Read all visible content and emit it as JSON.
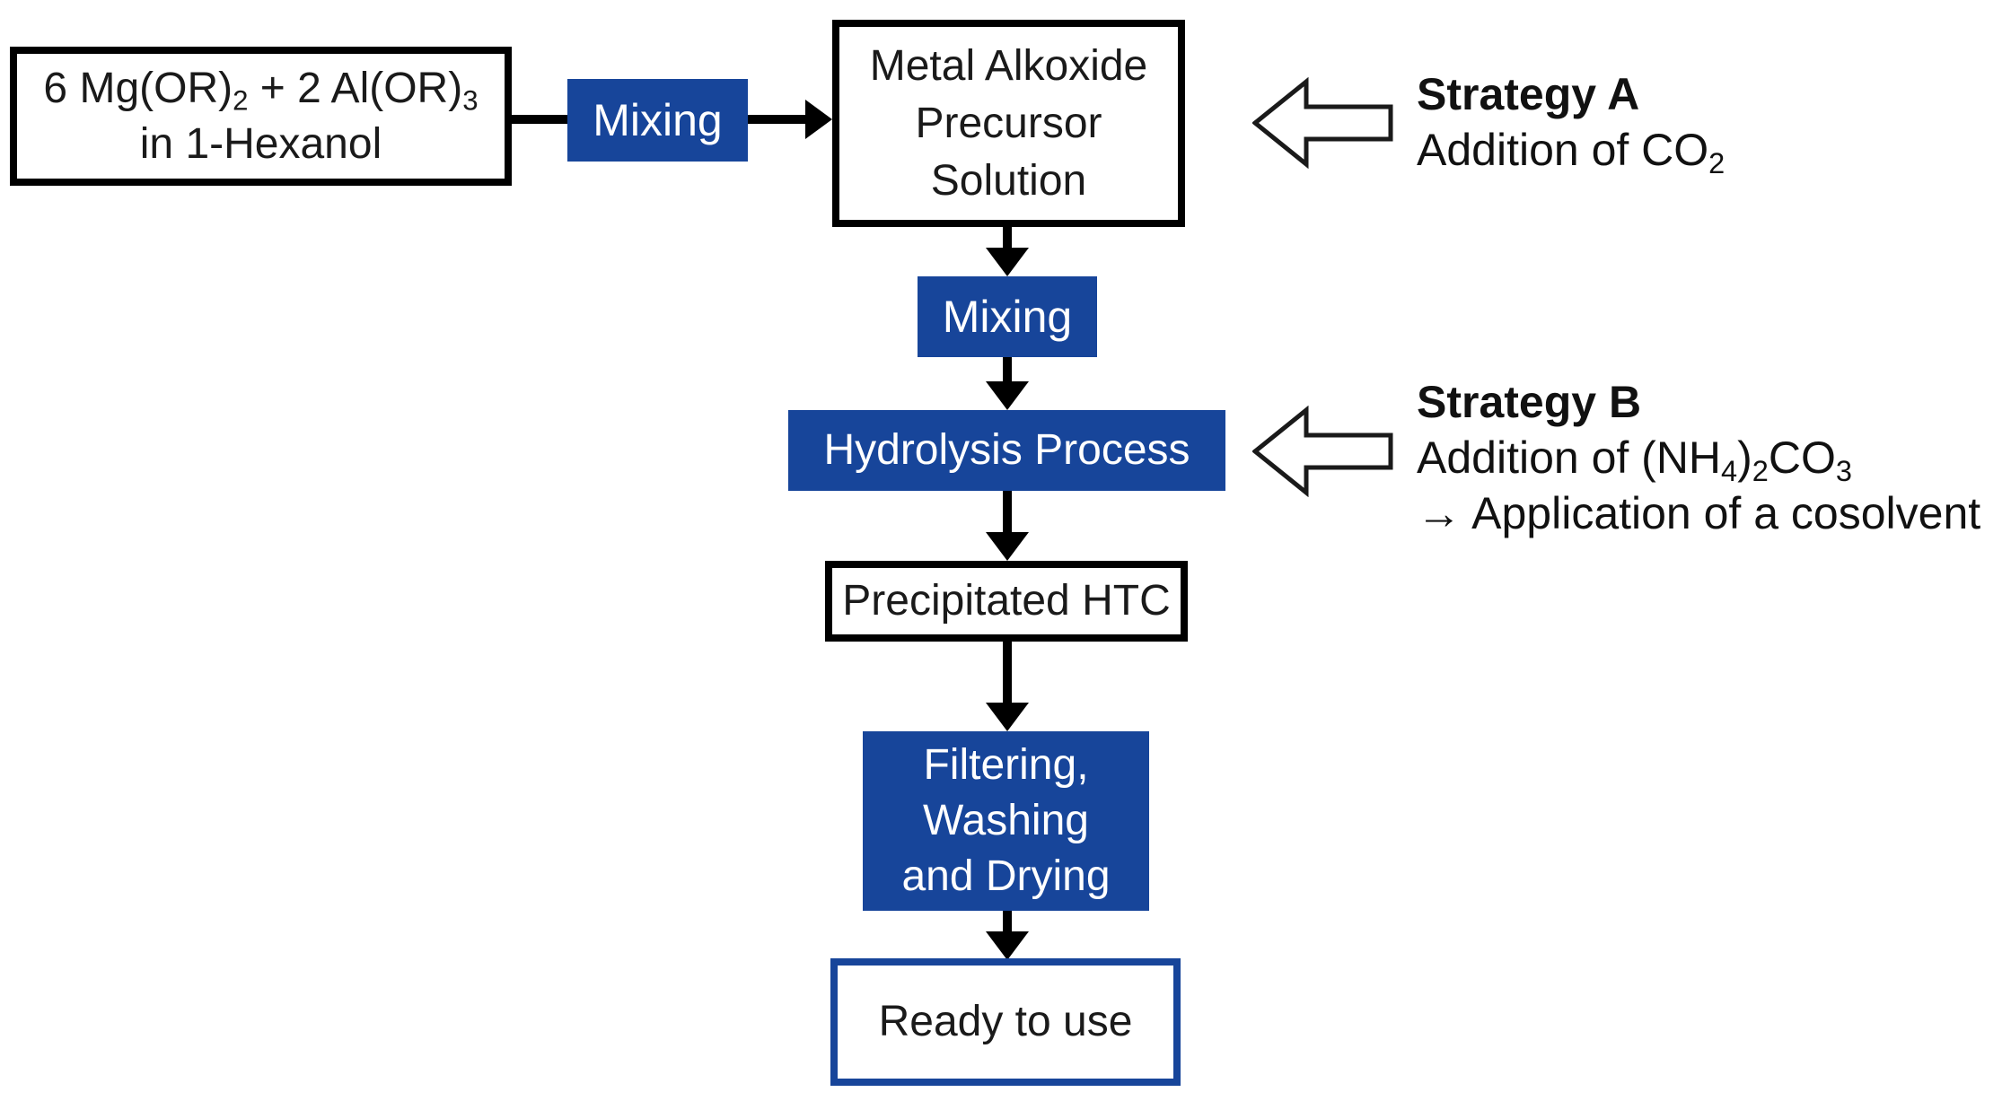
{
  "colors": {
    "accent_blue": "#17459a",
    "outline_black": "#000000",
    "text_on_blue": "#ffffff",
    "text_on_white": "#1a1a1a",
    "background": "#ffffff"
  },
  "nodes": {
    "reagents": {
      "type": "outlined",
      "lines": [
        [
          {
            "t": "6 Mg(OR)"
          },
          {
            "t": "2",
            "sub": true
          },
          {
            "t": " + 2 Al(OR)"
          },
          {
            "t": "3",
            "sub": true
          }
        ],
        [
          {
            "t": "in 1-Hexanol"
          }
        ]
      ]
    },
    "mixing_1": {
      "type": "filled",
      "label": "Mixing"
    },
    "metal_alkoxide": {
      "type": "outlined",
      "lines": [
        [
          {
            "t": "Metal Alkoxide"
          }
        ],
        [
          {
            "t": "Precursor"
          }
        ],
        [
          {
            "t": "Solution"
          }
        ]
      ]
    },
    "mixing_2": {
      "type": "filled",
      "label": "Mixing"
    },
    "hydrolysis": {
      "type": "filled",
      "label": "Hydrolysis Process"
    },
    "precipitated_htc": {
      "type": "outlined",
      "label": "Precipitated HTC"
    },
    "filtering": {
      "type": "filled",
      "lines": [
        [
          {
            "t": "Filtering,"
          }
        ],
        [
          {
            "t": "Washing"
          }
        ],
        [
          {
            "t": "and Drying"
          }
        ]
      ]
    },
    "ready": {
      "type": "outlined-blue",
      "label": "Ready to use"
    }
  },
  "annotations": {
    "strategy_a": {
      "title": "Strategy A",
      "lines": [
        [
          {
            "t": "Addition of CO"
          },
          {
            "t": "2",
            "sub": true
          }
        ]
      ]
    },
    "strategy_b": {
      "title": "Strategy B",
      "lines": [
        [
          {
            "t": "Addition of (NH"
          },
          {
            "t": "4",
            "sub": true
          },
          {
            "t": ")"
          },
          {
            "t": "2",
            "sub": true
          },
          {
            "t": "CO"
          },
          {
            "t": "3",
            "sub": true
          }
        ],
        [
          {
            "t": "→ Application of a cosolvent"
          }
        ]
      ]
    }
  }
}
